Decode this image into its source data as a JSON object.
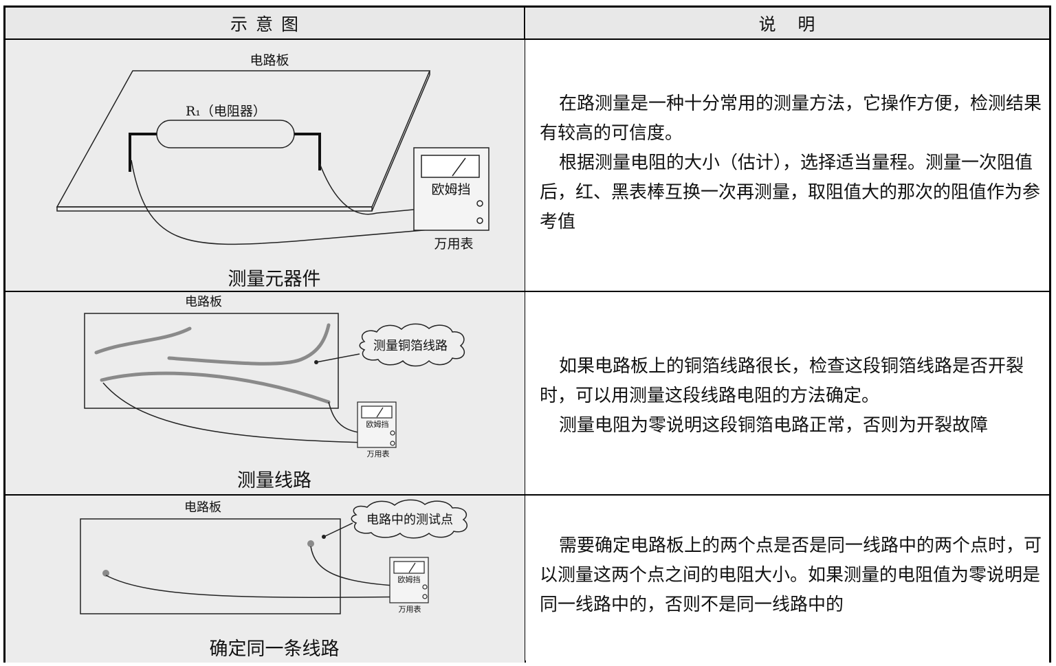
{
  "header": {
    "left": "示 意 图",
    "right": "说   明"
  },
  "rows": [
    {
      "diagram": {
        "board_label": "电路板",
        "resistor_label": "R₁（电阻器）",
        "meter_mode": "欧姆挡",
        "meter_label": "万用表",
        "caption": "测量元器件"
      },
      "paragraphs": [
        "在路测量是一种十分常用的测量方法，它操作方便，检测结果有较高的可信度。",
        "根据测量电阻的大小（估计），选择适当量程。测量一次阻值后，红、黑表棒互换一次再测量，取阻值大的那次的阻值作为参考值"
      ]
    },
    {
      "diagram": {
        "board_label": "电路板",
        "callout": "测量铜箔线路",
        "meter_mode": "欧姆挡",
        "meter_label": "万用表",
        "caption": "测量线路"
      },
      "paragraphs": [
        "如果电路板上的铜箔线路很长，检查这段铜箔线路是否开裂时，可以用测量这段线路电阻的方法确定。",
        "测量电阻为零说明这段铜箔电路正常，否则为开裂故障"
      ]
    },
    {
      "diagram": {
        "board_label": "电路板",
        "callout": "电路中的测试点",
        "meter_mode": "欧姆挡",
        "meter_label": "万用表",
        "caption": "确定同一条线路"
      },
      "paragraphs": [
        "需要确定电路板上的两个点是否是同一线路中的两个点时，可以测量这两个点之间的电阻大小。如果测量的电阻值为零说明是同一线路中的，否则不是同一线路中的"
      ]
    }
  ]
}
